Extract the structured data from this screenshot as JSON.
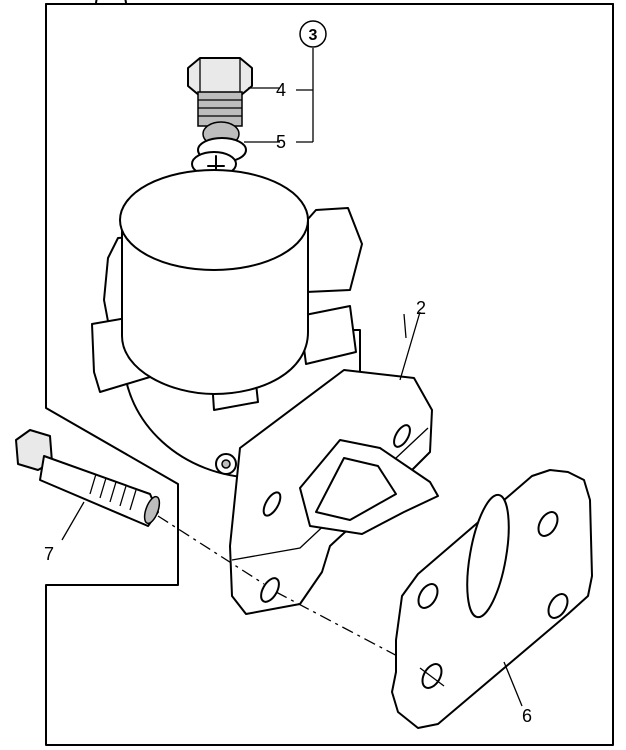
{
  "diagram": {
    "callouts": [
      {
        "id": "c3",
        "text": "3",
        "circled": true
      },
      {
        "id": "c4",
        "text": "4"
      },
      {
        "id": "c5",
        "text": "5"
      },
      {
        "id": "c2",
        "text": "2"
      },
      {
        "id": "c7",
        "text": "7"
      },
      {
        "id": "c6",
        "text": "6"
      }
    ]
  }
}
